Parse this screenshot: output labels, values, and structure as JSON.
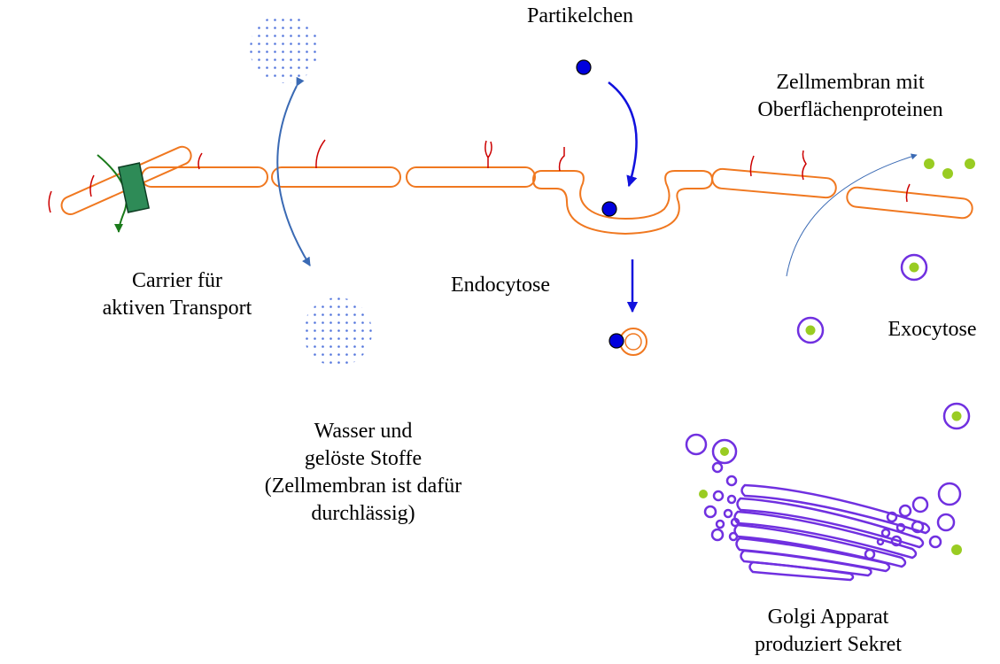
{
  "labels": {
    "particles": "Partikelchen",
    "membrane_line1": "Zellmembran mit",
    "membrane_line2": "Oberflächenproteinen",
    "carrier_line1": "Carrier für",
    "carrier_line2": "aktiven Transport",
    "endocytosis": "Endocytose",
    "exocytosis": "Exocytose",
    "water_line1": "Wasser und",
    "water_line2": "gelöste Stoffe",
    "water_line3": "(Zellmembran ist dafür",
    "water_line4": "durchlässig)",
    "golgi_line1": "Golgi Apparat",
    "golgi_line2": "produziert Sekret"
  },
  "colors": {
    "membrane": "#f07820",
    "protein": "#cc0000",
    "carrier": "#2e8b57",
    "carrier_arrow": "#1a7a1a",
    "diffusion_arrow": "#3a6ab4",
    "particle": "#0000dd",
    "endocytosis_arrow": "#1111dd",
    "vesicle": "#7030e0",
    "secretion": "#99cc22",
    "dots": "#5577dd"
  }
}
